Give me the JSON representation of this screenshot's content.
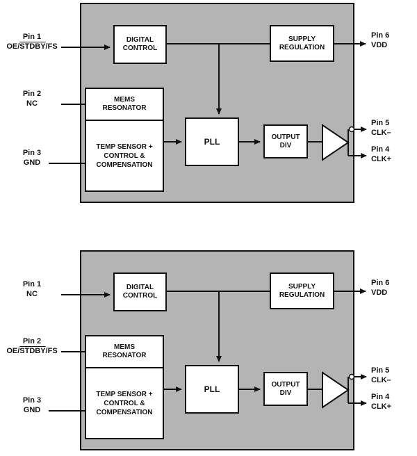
{
  "colors": {
    "chip_fill": "#b4b4b4",
    "line": "#111111",
    "block_bg": "#ffffff"
  },
  "blocks": {
    "digital_control": "DIGITAL CONTROL",
    "supply_regulation": "SUPPLY REGULATION",
    "mems_resonator": "MEMS RESONATOR",
    "temp_sensor": "TEMP SENSOR + CONTROL & COMPENSATION",
    "pll": "PLL",
    "output_div": "OUTPUT DIV"
  },
  "d1": {
    "pin1": {
      "name": "Pin 1",
      "pre": "OE/",
      "over": "STDBY",
      "post": "/FS"
    },
    "pin2": {
      "name": "Pin 2",
      "pre": "NC",
      "over": "",
      "post": ""
    },
    "pin3": {
      "name": "Pin 3",
      "pre": "GND",
      "over": "",
      "post": ""
    },
    "pin6": {
      "name": "Pin 6",
      "label": "VDD"
    },
    "pin5": {
      "name": "Pin 5",
      "label": "CLK–"
    },
    "pin4": {
      "name": "Pin 4",
      "label": "CLK+"
    }
  },
  "d2": {
    "pin1": {
      "name": "Pin 1",
      "pre": "NC",
      "over": "",
      "post": ""
    },
    "pin2": {
      "name": "Pin 2",
      "pre": "OE/",
      "over": "STDBY",
      "post": "/FS"
    },
    "pin3": {
      "name": "Pin 3",
      "pre": "GND",
      "over": "",
      "post": ""
    },
    "pin6": {
      "name": "Pin 6",
      "label": "VDD"
    },
    "pin5": {
      "name": "Pin 5",
      "label": "CLK–"
    },
    "pin4": {
      "name": "Pin 4",
      "label": "CLK+"
    }
  }
}
